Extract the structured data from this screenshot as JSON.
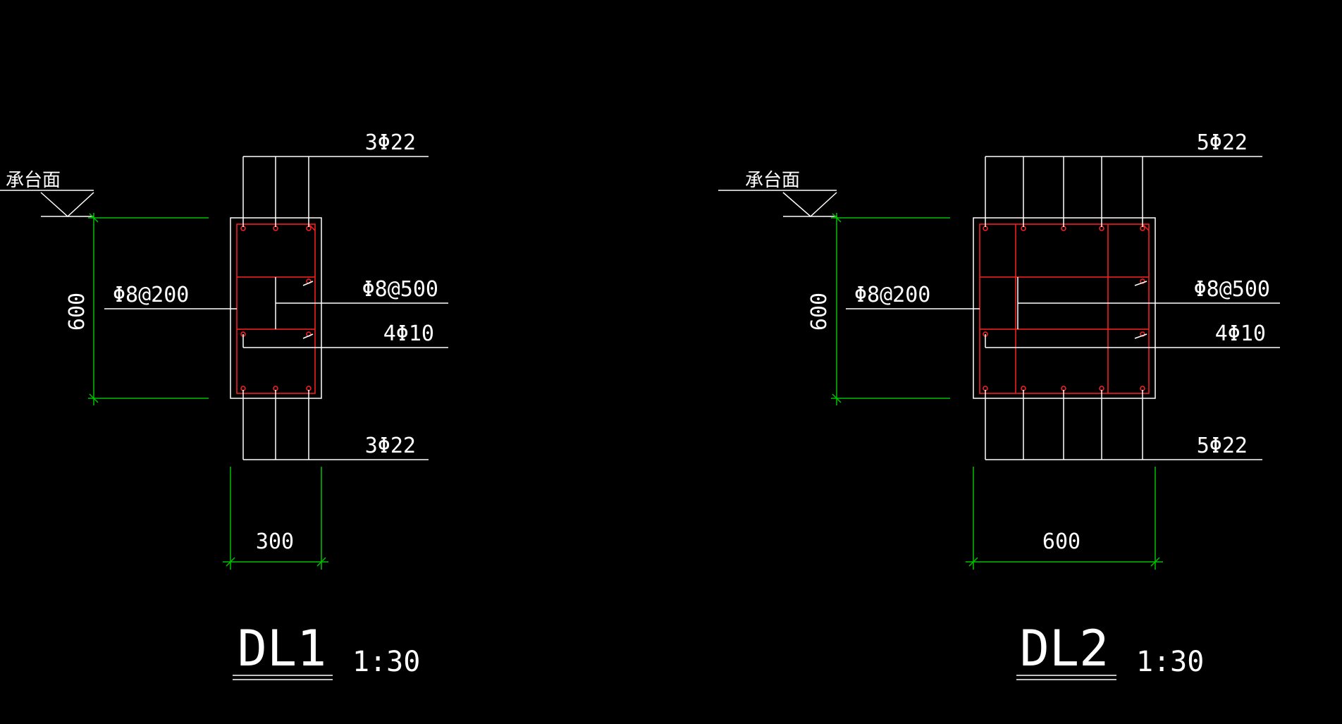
{
  "colors": {
    "background": "#000000",
    "outline": "#ffffff",
    "rebar": "#ff2020",
    "dimension": "#00c000"
  },
  "sections": [
    {
      "name": "DL1",
      "scale": "1:30",
      "top_bars": "3Φ22",
      "bottom_bars": "3Φ22",
      "stirrup": "Φ8@200",
      "tie": "Φ8@500",
      "side_bars": "4Φ10",
      "height_dim": "600",
      "width_dim": "300",
      "elevation_label": "承台面"
    },
    {
      "name": "DL2",
      "scale": "1:30",
      "top_bars": "5Φ22",
      "bottom_bars": "5Φ22",
      "stirrup": "Φ8@200",
      "tie": "Φ8@500",
      "side_bars": "4Φ10",
      "height_dim": "600",
      "width_dim": "600",
      "elevation_label": "承台面"
    }
  ]
}
